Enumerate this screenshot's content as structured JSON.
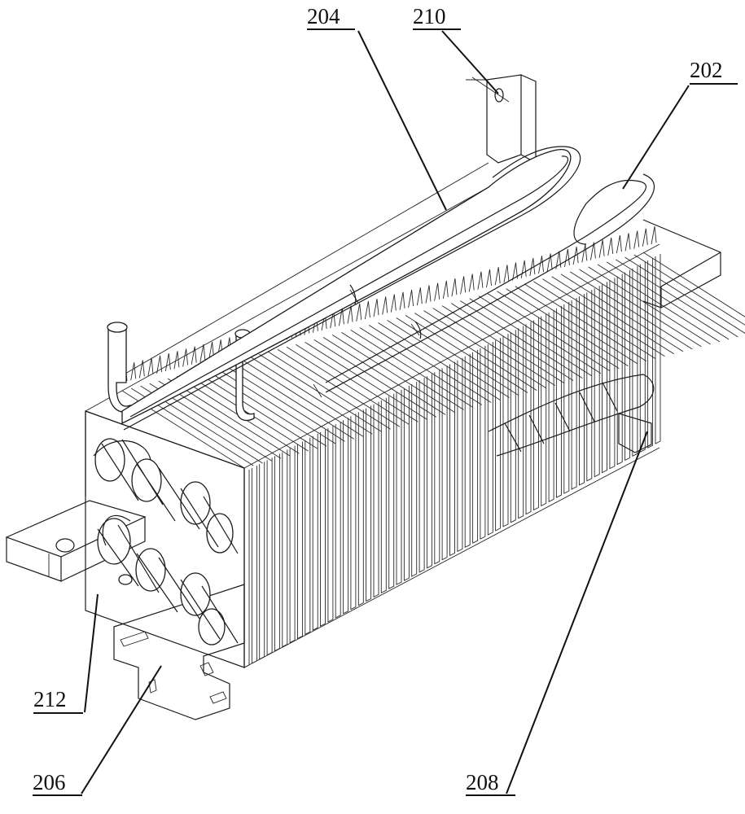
{
  "figure": {
    "reference_labels": {
      "r202": "202",
      "r204": "204",
      "r206": "206",
      "r208": "208",
      "r210": "210",
      "r212": "212"
    }
  }
}
